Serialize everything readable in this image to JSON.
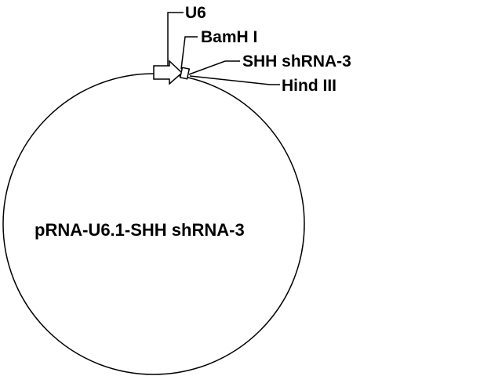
{
  "plasmid": {
    "name": "pRNA-U6.1-SHH shRNA-3",
    "features": [
      {
        "id": "u6",
        "label": "U6",
        "type": "promoter"
      },
      {
        "id": "bamhi",
        "label": "BamH I",
        "type": "restriction-site"
      },
      {
        "id": "shrna",
        "label": "SHH shRNA-3",
        "type": "insert"
      },
      {
        "id": "hindiii",
        "label": "Hind III",
        "type": "restriction-site"
      }
    ]
  },
  "colors": {
    "line": "#000000",
    "background": "#ffffff",
    "feature_fill": "#ffffff"
  }
}
